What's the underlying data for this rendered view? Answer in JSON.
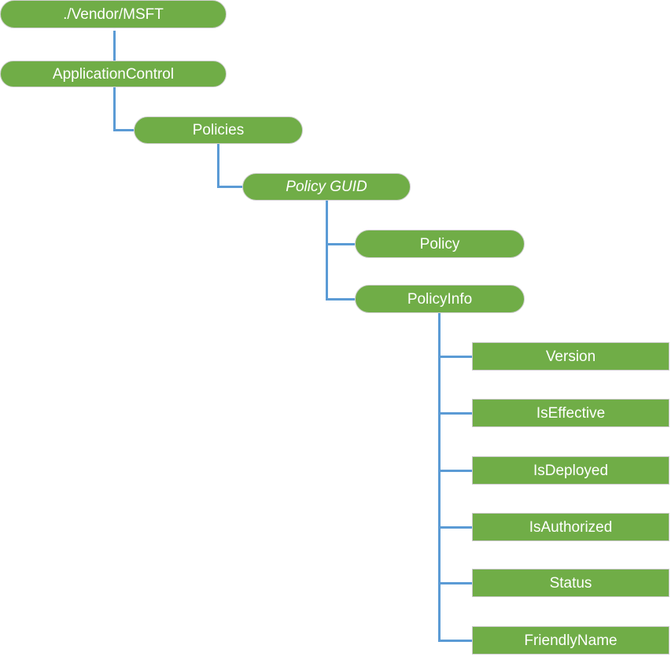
{
  "colors": {
    "node_fill": "#70AD47",
    "node_text": "#FFFFFF",
    "connector": "#5B9BD5",
    "leaf_border": "#C9C9C9"
  },
  "tree": {
    "label": "./Vendor/MSFT",
    "children": [
      {
        "label": "ApplicationControl",
        "children": [
          {
            "label": "Policies",
            "children": [
              {
                "label": "Policy GUID",
                "style": "italic",
                "children": [
                  {
                    "label": "Policy"
                  },
                  {
                    "label": "PolicyInfo",
                    "children": [
                      {
                        "label": "Version"
                      },
                      {
                        "label": "IsEffective"
                      },
                      {
                        "label": "IsDeployed"
                      },
                      {
                        "label": "IsAuthorized"
                      },
                      {
                        "label": "Status"
                      },
                      {
                        "label": "FriendlyName"
                      }
                    ]
                  }
                ]
              }
            ]
          }
        ]
      }
    ]
  }
}
